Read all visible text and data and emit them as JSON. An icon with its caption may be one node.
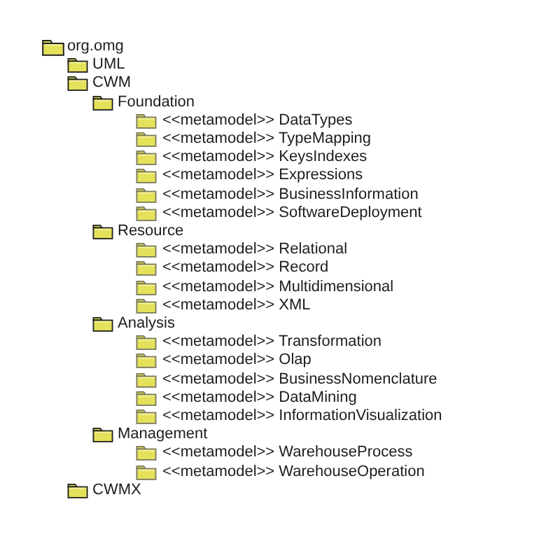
{
  "diagram": {
    "nodes": [
      {
        "text": [
          "org.omg"
        ]
      },
      {
        "text": [
          "UML"
        ]
      },
      {
        "text": [
          "CWM"
        ]
      },
      {
        "text": [
          "Foundation"
        ]
      },
      {
        "text": [
          "<<metamodel>> DataTypes"
        ]
      },
      {
        "text": [
          "<<metamodel>> TypeMapping"
        ]
      },
      {
        "text": [
          "<<metamodel>> KeysIndexes"
        ]
      },
      {
        "text": [
          "<<metamodel>> Expressions"
        ]
      },
      {
        "text": [
          "<<metamodel>> BusinessInformation"
        ]
      },
      {
        "text": [
          "<<metamodel>> SoftwareDeployment"
        ]
      },
      {
        "text": [
          "Resource"
        ]
      },
      {
        "text": [
          "<<metamodel>> Relational"
        ]
      },
      {
        "text": [
          "<<metamodel>> Record"
        ]
      },
      {
        "text": [
          "<<metamodel>> Multidimensional"
        ]
      },
      {
        "text": [
          "<<metamodel>> XML"
        ]
      },
      {
        "text": [
          "Analysis"
        ]
      },
      {
        "text": [
          "<<metamodel>> Transformation"
        ]
      },
      {
        "text": [
          "<<metamodel>> Olap"
        ]
      },
      {
        "text": [
          "<<metamodel>> BusinessNomenclature"
        ]
      },
      {
        "text": [
          "<<metamodel>> DataMining"
        ]
      },
      {
        "text": [
          "<<metamodel>> InformationVisualization"
        ]
      },
      {
        "text": [
          "Management"
        ]
      },
      {
        "text": [
          "<<metamodel>> WarehouseProcess"
        ]
      },
      {
        "text": [
          "<<metamodel>> WarehouseOperation"
        ]
      },
      {
        "text": [
          "CWMX"
        ]
      }
    ],
    "edges": []
  }
}
